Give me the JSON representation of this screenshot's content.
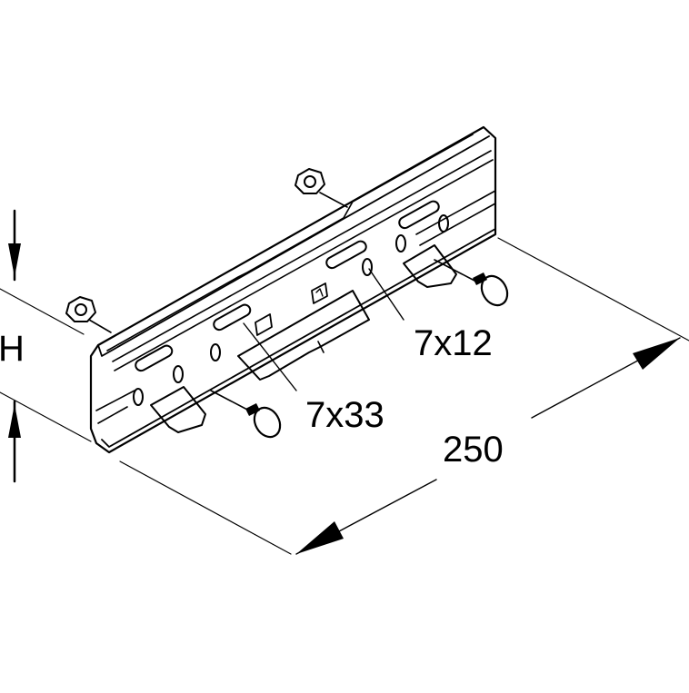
{
  "labels": {
    "height": "H",
    "length": "250",
    "slot_long": "7x33",
    "slot_short": "7x12"
  },
  "colors": {
    "stroke": "#000000",
    "fill": "#ffffff"
  }
}
